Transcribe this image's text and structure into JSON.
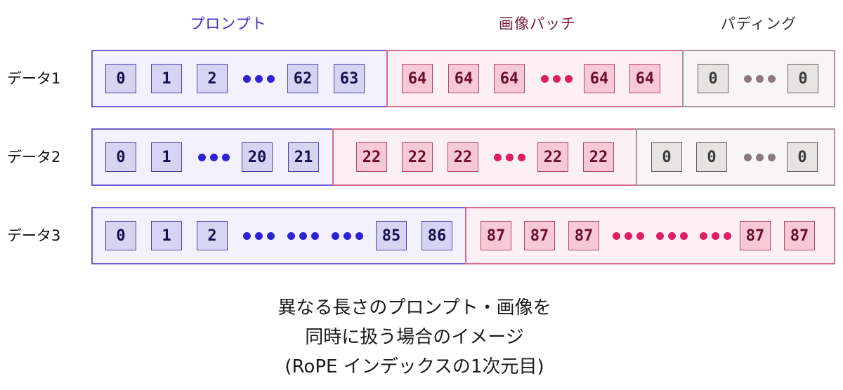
{
  "headers": {
    "prompt": "プロンプト",
    "image": "画像パッチ",
    "padding": "パディング"
  },
  "rows": [
    {
      "label": "データ1",
      "prompt_tokens": [
        "0",
        "1",
        "2",
        "62",
        "63"
      ],
      "image_tokens": [
        "64",
        "64",
        "64",
        "64",
        "64"
      ],
      "pad_tokens": [
        "0",
        "0"
      ]
    },
    {
      "label": "データ2",
      "prompt_tokens": [
        "0",
        "1",
        "20",
        "21"
      ],
      "image_tokens": [
        "22",
        "22",
        "22",
        "22",
        "22"
      ],
      "pad_tokens": [
        "0",
        "0",
        "0"
      ]
    },
    {
      "label": "データ3",
      "prompt_tokens": [
        "0",
        "1",
        "2",
        "85",
        "86"
      ],
      "image_tokens": [
        "87",
        "87",
        "87",
        "87",
        "87"
      ],
      "pad_tokens": []
    }
  ],
  "caption": {
    "line1": "異なる長さのプロンプト・画像を",
    "line2": "同時に扱う場合のイメージ",
    "line3": "(RoPE インデックスの1次元目)"
  },
  "colors": {
    "prompt_accent": "#3a2fc9",
    "image_accent": "#e01d63",
    "padding_accent": "#8a7a80"
  }
}
